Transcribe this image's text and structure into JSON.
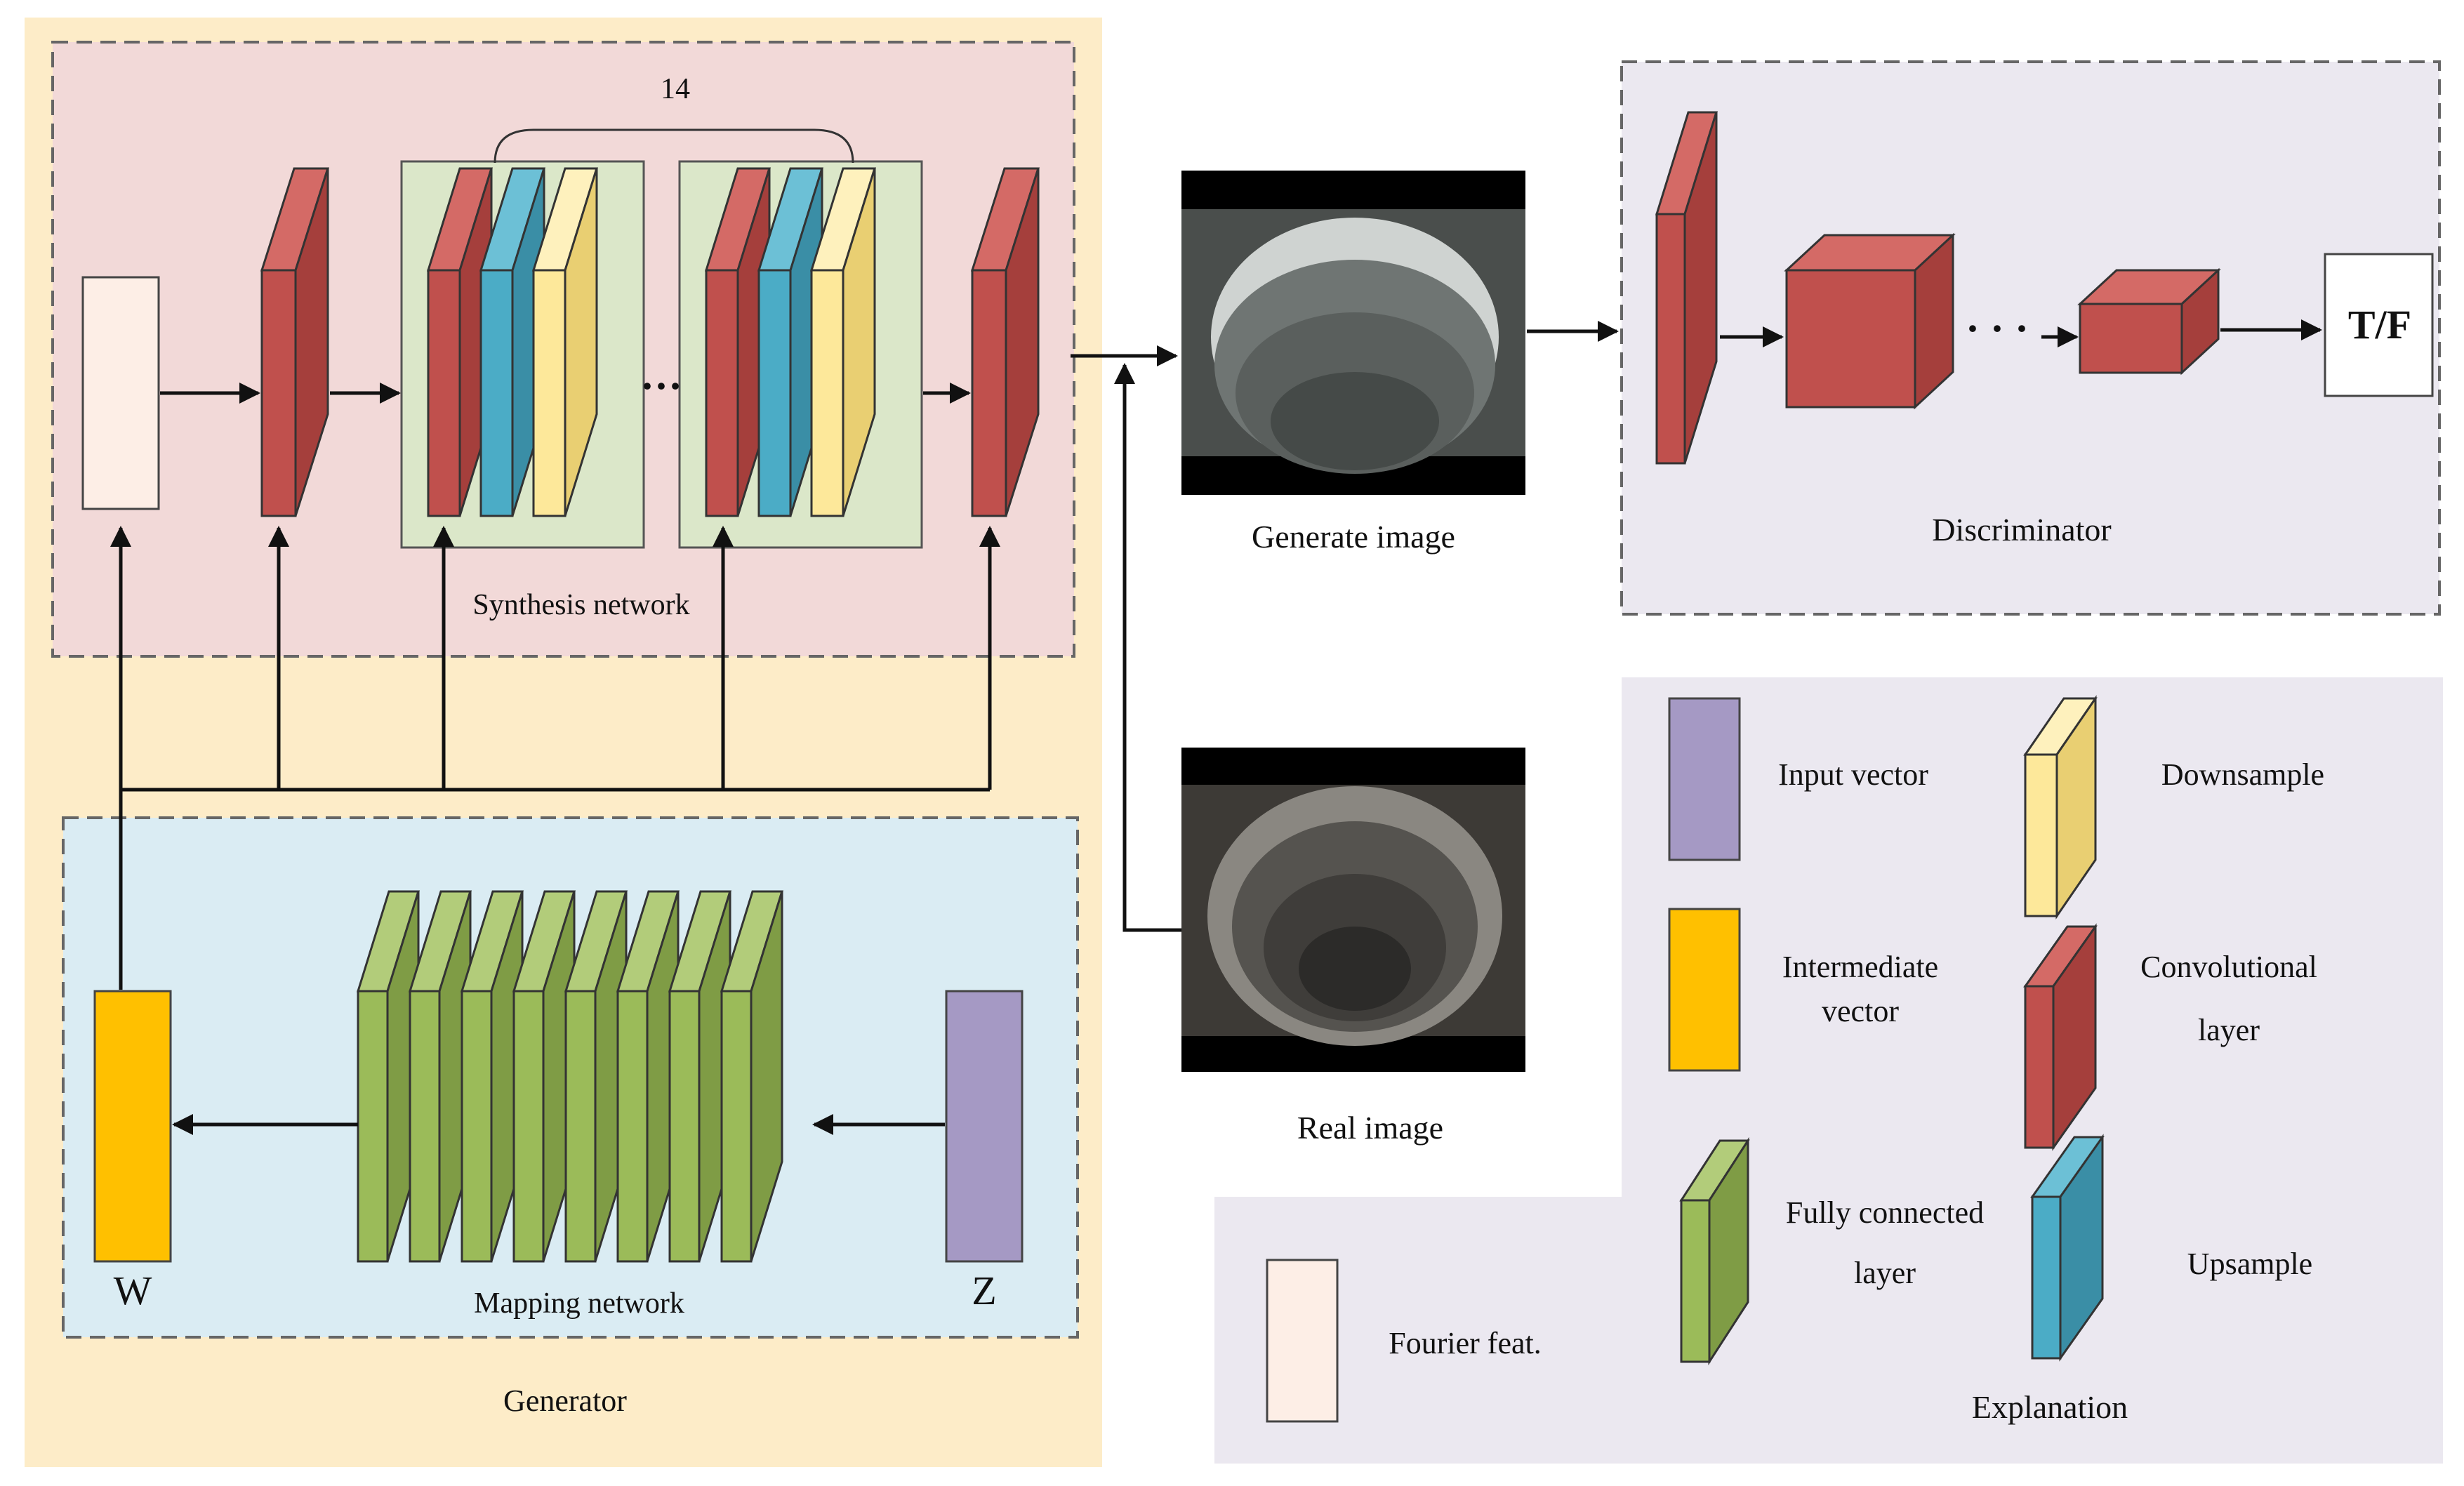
{
  "generator": {
    "label": "Generator"
  },
  "synthesis": {
    "label": "Synthesis network",
    "repeat_label": "14",
    "ellipsis": "···"
  },
  "mapping": {
    "label": "Mapping network",
    "w_label": "W",
    "z_label": "Z"
  },
  "images": {
    "generate_label": "Generate image",
    "real_label": "Real image"
  },
  "discriminator": {
    "label": "Discriminator",
    "output_label": "T/F",
    "ellipsis": "· · ·"
  },
  "legend": {
    "title": "Explanation",
    "input_vector": "Input vector",
    "downsample": "Downsample",
    "intermediate_line1": "Intermediate",
    "intermediate_line2": "vector",
    "conv_line1": "Convolutional",
    "conv_line2": "layer",
    "fc_line1": "Fully connected",
    "fc_line2": "layer",
    "upsample": "Upsample",
    "fourier": "Fourier feat."
  },
  "colors": {
    "generator_bg": "#fdecc8",
    "synthesis_bg": "#f2d9d8",
    "mapping_bg": "#daecf3",
    "discriminator_bg": "#ebe8f0",
    "legend_bg": "#ebe8f0",
    "block_group_bg": "#dbe7c9",
    "conv": "#c0504d",
    "upsample": "#4bacc6",
    "downsample": "#fde89a",
    "fully_connected": "#9bbb59",
    "intermediate": "#ffc000",
    "input_vector": "#a599c4",
    "fourier": "#fdeee6"
  }
}
